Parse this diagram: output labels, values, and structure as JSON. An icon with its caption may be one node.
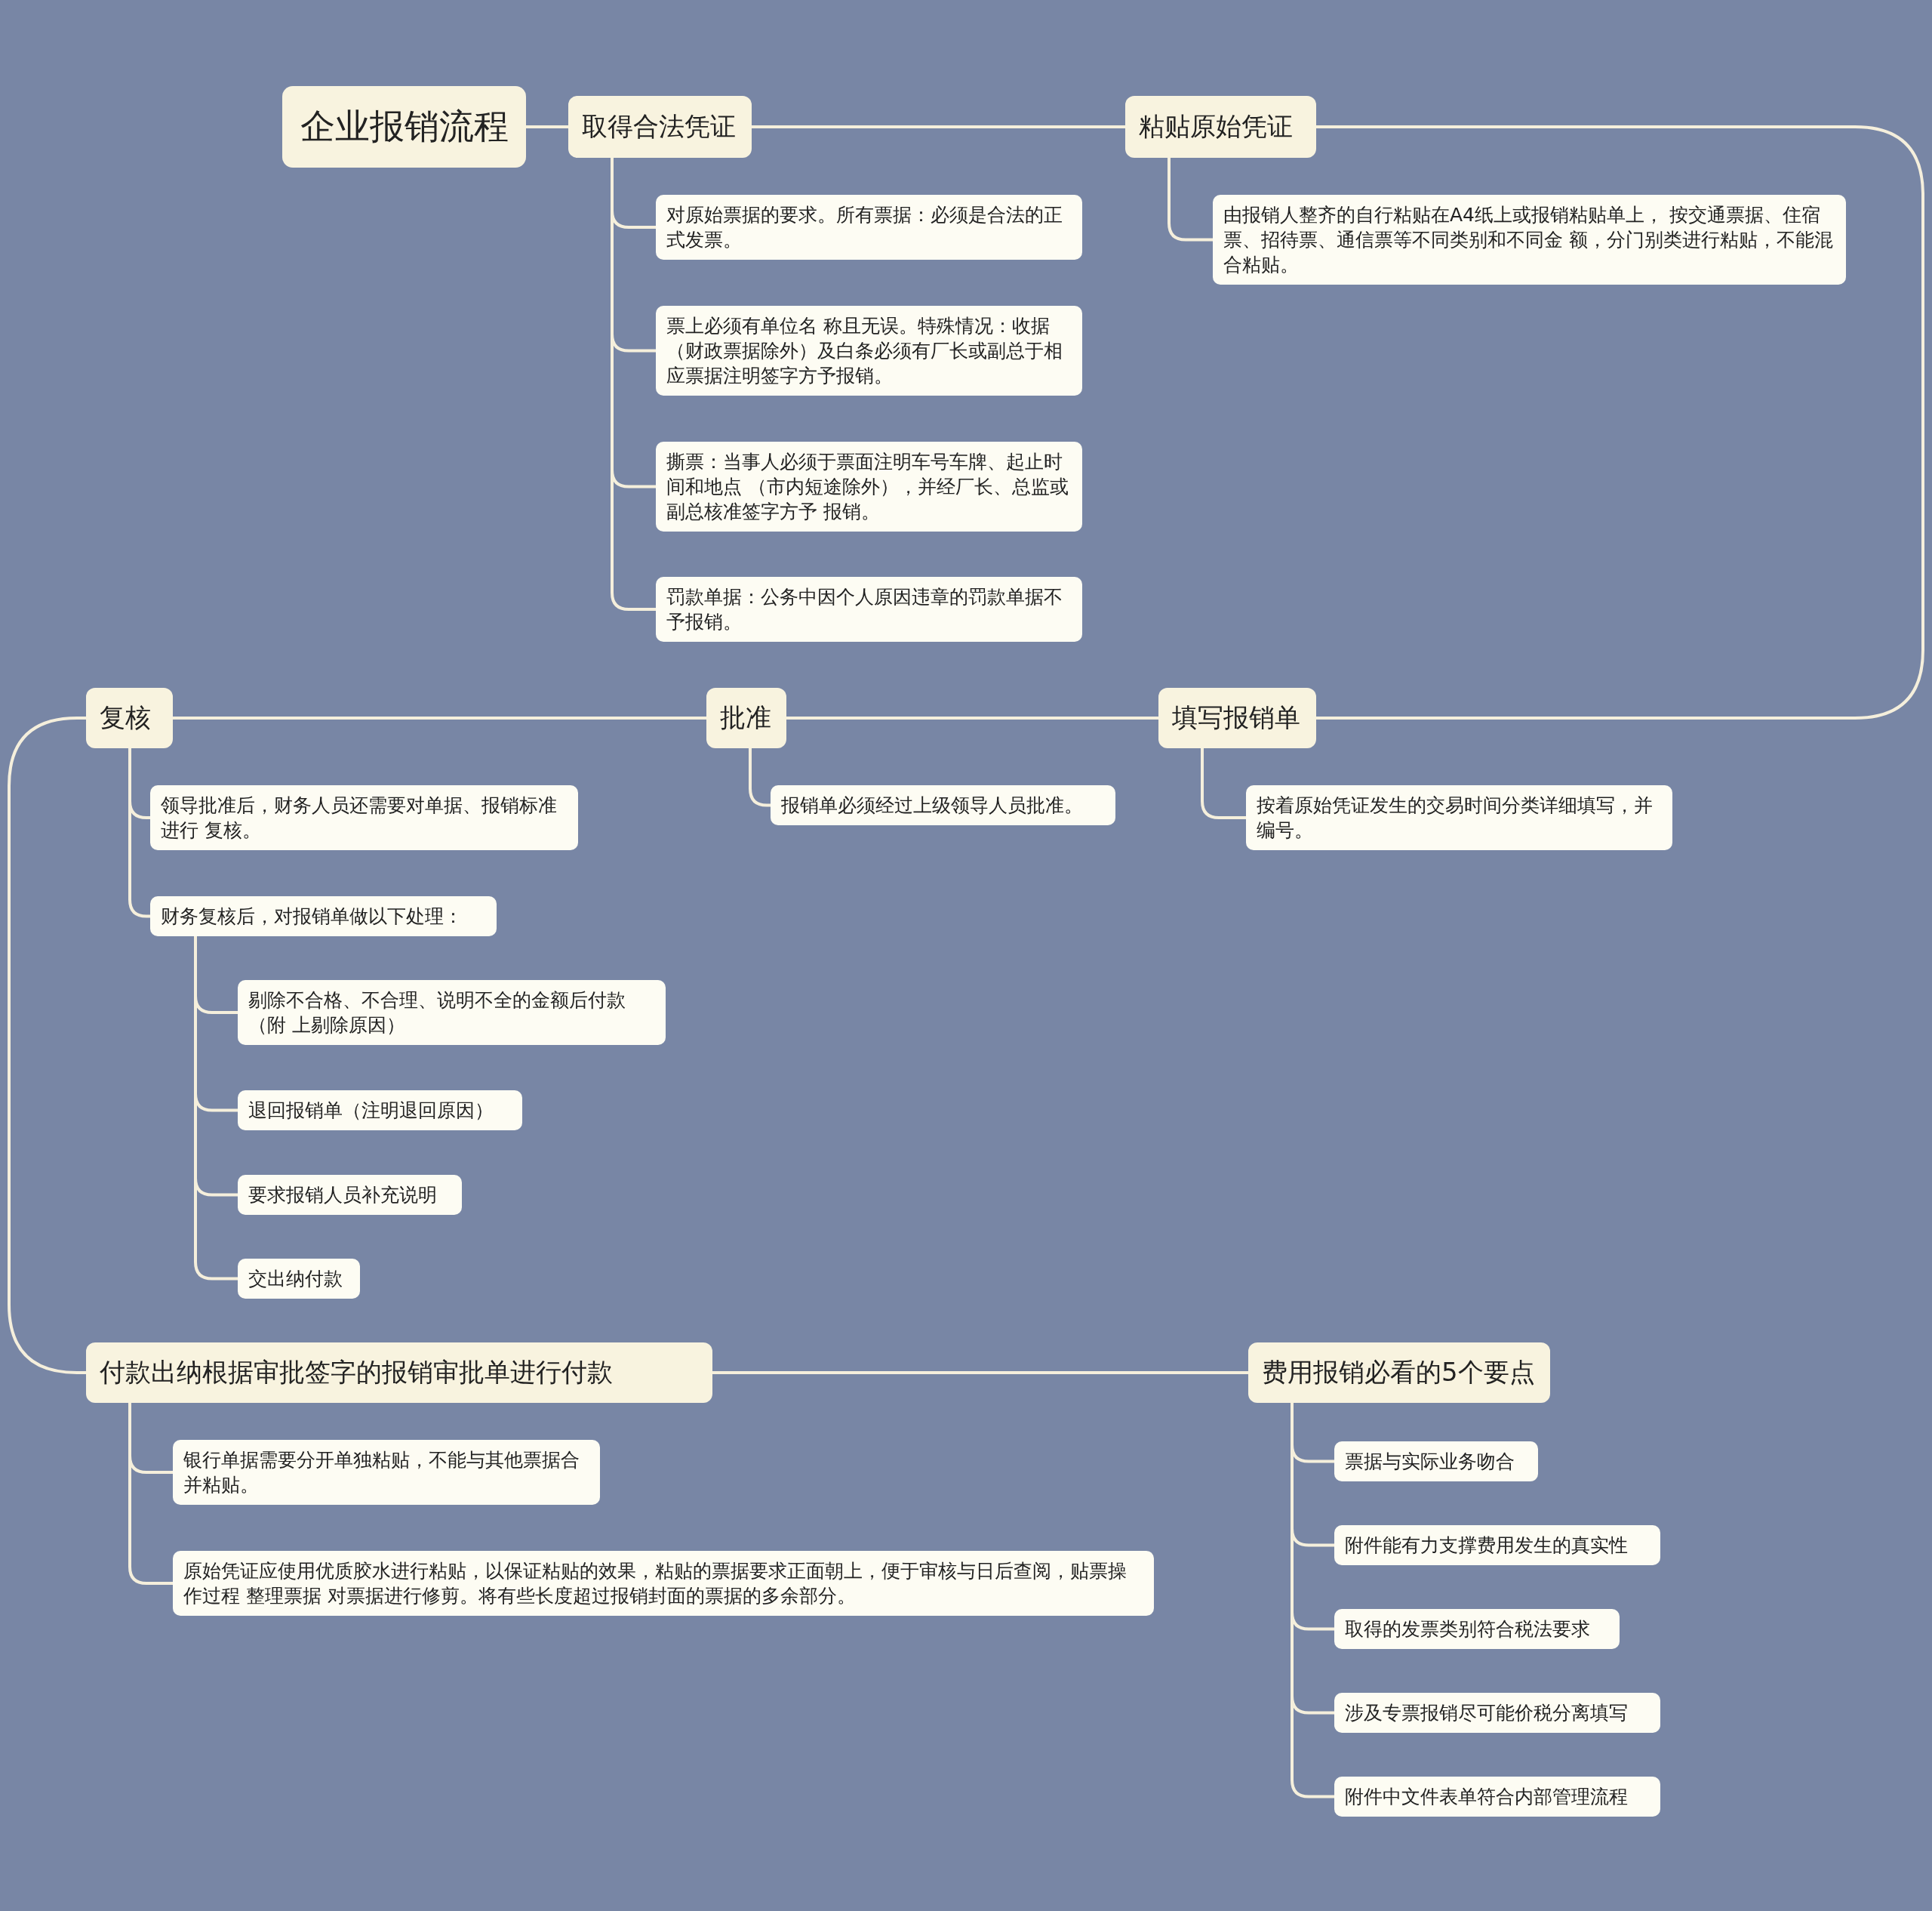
{
  "diagram": {
    "nodes": [
      {
        "text": [
          "企业报销流程"
        ]
      },
      {
        "text": [
          "取得合法凭证"
        ]
      },
      {
        "text": [
          "对原始票据的要求。所有票据：必须是合法的正式发票。"
        ]
      },
      {
        "text": [
          "票上必须有单位名 称且无误。特殊情况：收据（财政票据除外）及白条必须有厂长或副总于相应票据注明签字方予报销。"
        ]
      },
      {
        "text": [
          "撕票：当事人必须于票面注明车号车牌、起止时间和地点 （市内短途除外），并经厂长、总监或副总核准签字方予 报销。"
        ]
      },
      {
        "text": [
          "罚款单据：公务中因个人原因违章的罚款单据不予报销。"
        ]
      },
      {
        "text": [
          "粘贴原始凭证"
        ]
      },
      {
        "text": [
          "由报销人整齐的自行粘贴在A4纸上或报销粘贴单上， 按交通票据、住宿票、招待票、通信票等不同类别和不同金 额，分门别类进行粘贴，不能混合粘贴。"
        ]
      },
      {
        "text": [
          "复核"
        ]
      },
      {
        "text": [
          "领导批准后，财务人员还需要对单据、报销标准进行 复核。"
        ]
      },
      {
        "text": [
          "财务复核后，对报销单做以下处理："
        ]
      },
      {
        "text": [
          "剔除不合格、不合理、说明不全的金额后付款（附 上剔除原因）"
        ]
      },
      {
        "text": [
          "退回报销单（注明退回原因）"
        ]
      },
      {
        "text": [
          "要求报销人员补充说明"
        ]
      },
      {
        "text": [
          "交出纳付款"
        ]
      },
      {
        "text": [
          "批准"
        ]
      },
      {
        "text": [
          "报销单必须经过上级领导人员批准。"
        ]
      },
      {
        "text": [
          "填写报销单"
        ]
      },
      {
        "text": [
          "按着原始凭证发生的交易时间分类详细填写，并编号。"
        ]
      },
      {
        "text": [
          "付款出纳根据审批签字的报销审批单进行付款"
        ]
      },
      {
        "text": [
          "银行单据需要分开单独粘贴，不能与其他票据合并粘贴。"
        ]
      },
      {
        "text": [
          "原始凭证应使用优质胶水进行粘贴，以保证粘贴的效果，粘贴的票据要求正面朝上，便于审核与日后查阅，贴票操作过程 整理票据 对票据进行修剪。将有些长度超过报销封面的票据的多余部分。"
        ]
      },
      {
        "text": [
          "费用报销必看的5个要点"
        ]
      },
      {
        "text": [
          "票据与实际业务吻合"
        ]
      },
      {
        "text": [
          "附件能有力支撑费用发生的真实性"
        ]
      },
      {
        "text": [
          "取得的发票类别符合税法要求"
        ]
      },
      {
        "text": [
          "涉及专票报销尽可能价税分离填写"
        ]
      },
      {
        "text": [
          "附件中文件表单符合内部管理流程"
        ]
      }
    ],
    "edges": [
      {
        "from": 0,
        "to": 1,
        "arrow": "none"
      },
      {
        "from": 1,
        "to": 6,
        "arrow": "none"
      },
      {
        "from": 6,
        "to": 17,
        "arrow": "none"
      },
      {
        "from": 17,
        "to": 15,
        "arrow": "none"
      },
      {
        "from": 15,
        "to": 8,
        "arrow": "none"
      },
      {
        "from": 8,
        "to": 19,
        "arrow": "none"
      },
      {
        "from": 19,
        "to": 22,
        "arrow": "none"
      },
      {
        "from": 1,
        "to": 2,
        "arrow": "none"
      },
      {
        "from": 1,
        "to": 3,
        "arrow": "none"
      },
      {
        "from": 1,
        "to": 4,
        "arrow": "none"
      },
      {
        "from": 1,
        "to": 5,
        "arrow": "none"
      },
      {
        "from": 6,
        "to": 7,
        "arrow": "none"
      },
      {
        "from": 8,
        "to": 9,
        "arrow": "none"
      },
      {
        "from": 8,
        "to": 10,
        "arrow": "none"
      },
      {
        "from": 10,
        "to": 11,
        "arrow": "none"
      },
      {
        "from": 10,
        "to": 12,
        "arrow": "none"
      },
      {
        "from": 10,
        "to": 13,
        "arrow": "none"
      },
      {
        "from": 10,
        "to": 14,
        "arrow": "none"
      },
      {
        "from": 15,
        "to": 16,
        "arrow": "none"
      },
      {
        "from": 17,
        "to": 18,
        "arrow": "none"
      },
      {
        "from": 19,
        "to": 20,
        "arrow": "none"
      },
      {
        "from": 19,
        "to": 21,
        "arrow": "none"
      },
      {
        "from": 22,
        "to": 23,
        "arrow": "none"
      },
      {
        "from": 22,
        "to": 24,
        "arrow": "none"
      },
      {
        "from": 22,
        "to": 25,
        "arrow": "none"
      },
      {
        "from": 22,
        "to": 26,
        "arrow": "none"
      },
      {
        "from": 22,
        "to": 27,
        "arrow": "none"
      }
    ]
  }
}
